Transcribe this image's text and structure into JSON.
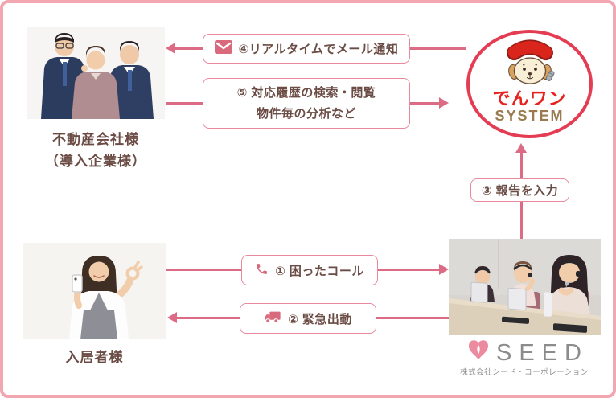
{
  "colors": {
    "frame_pink": "#f2a6b0",
    "arrow_pink": "#dc6c85",
    "box_border_pink": "#e8899c",
    "text_brown": "#6b4c45",
    "icon_pink": "#d96a7d",
    "logo_ring_red": "#e43c52",
    "logo_name_red": "#e6231f",
    "logo_system_brown": "#9a7b50",
    "seed_gray": "#8c8c8c"
  },
  "actors": {
    "real_estate": {
      "label_line1": "不動産会社様",
      "label_line2": "（導入企業様）"
    },
    "resident": {
      "label": "入居者様"
    },
    "call_center": {
      "brand": "SEED",
      "company": "株式会社シード・コーポレーション"
    }
  },
  "system_logo": {
    "name_jp": "でんワン",
    "name_en": "SYSTEM"
  },
  "flows": {
    "step1": {
      "label": "① 困ったコール",
      "icon": "phone-icon"
    },
    "step2": {
      "label": "② 緊急出動",
      "icon": "truck-icon"
    },
    "step3": {
      "label": "③ 報告を入力"
    },
    "step4": {
      "label": "④リアルタイムでメール通知",
      "icon": "mail-icon"
    },
    "step5": {
      "label_line1": "⑤ 対応履歴の検索・閲覧",
      "label_line2": "物件毎の分析など"
    }
  }
}
